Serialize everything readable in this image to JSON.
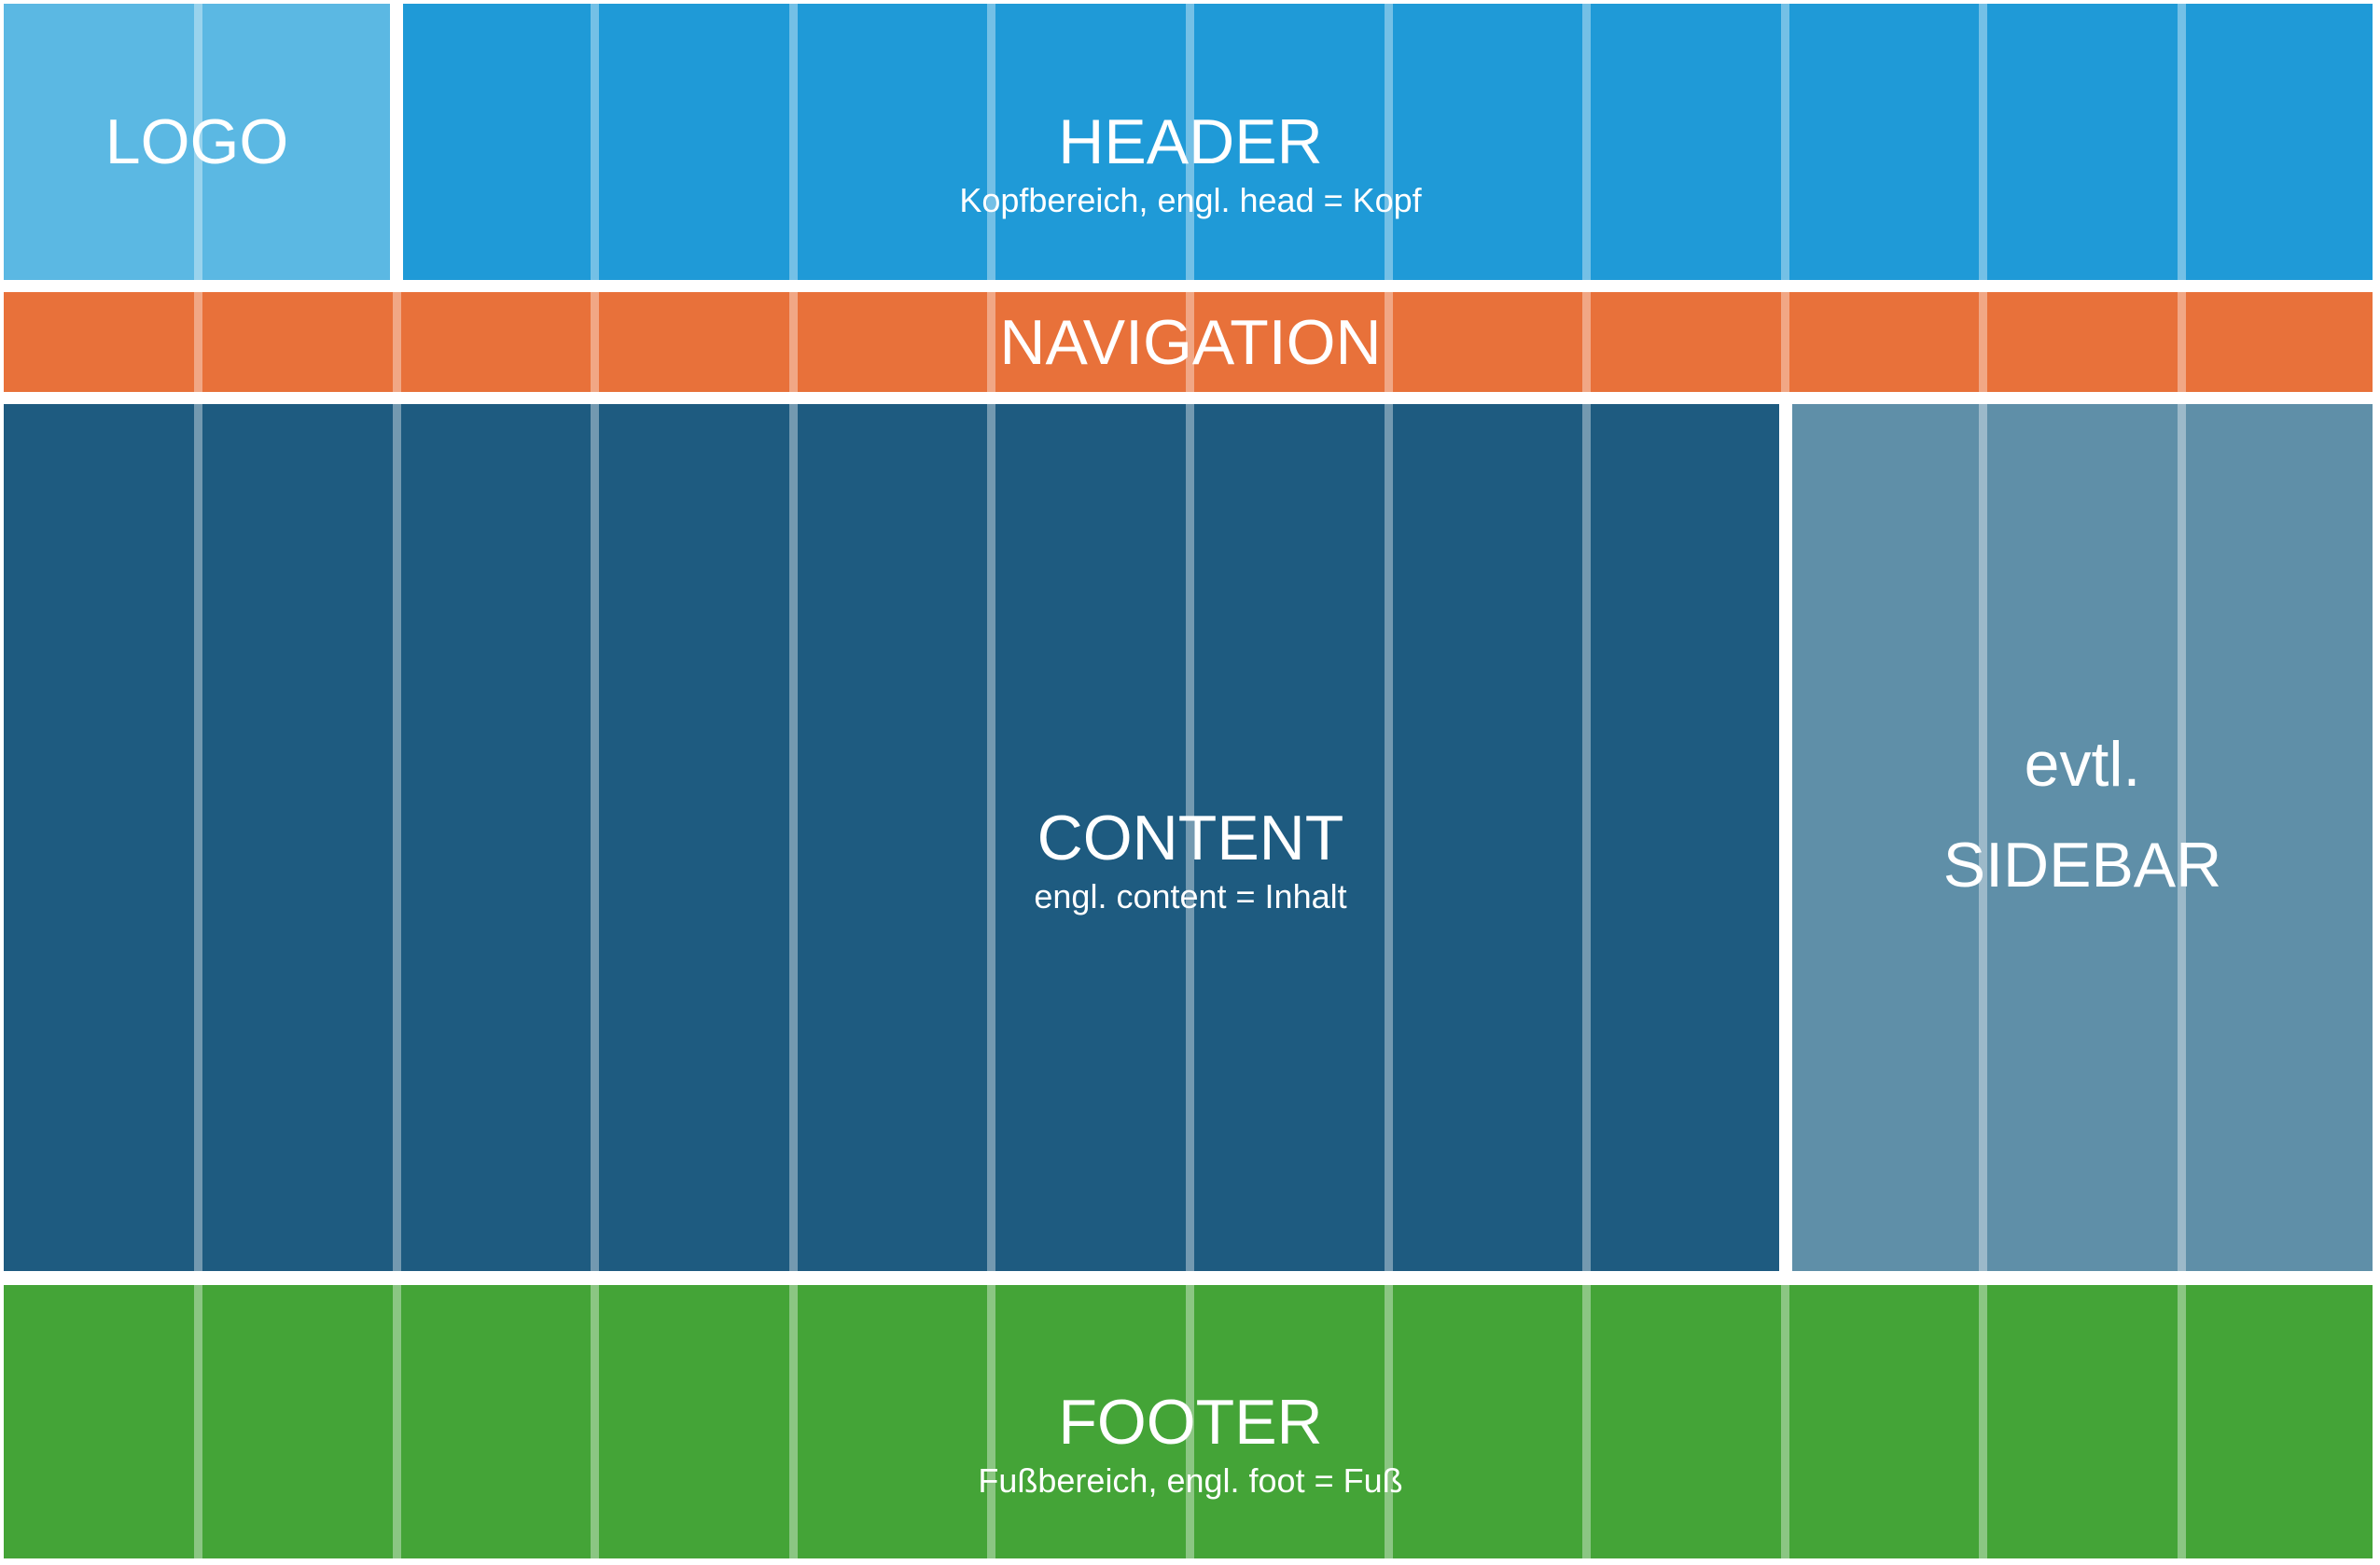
{
  "diagram": {
    "grid": {
      "columns": 12,
      "line_color": "rgba(255,255,255,0.38)"
    },
    "sections": {
      "logo": {
        "label": "LOGO",
        "color": "#5BB8E3"
      },
      "header": {
        "label": "HEADER",
        "subtitle": "Kopfbereich, engl. head = Kopf",
        "color": "#1F9AD7"
      },
      "navigation": {
        "label": "NAVIGATION",
        "color": "#E8713A"
      },
      "content": {
        "label": "CONTENT",
        "subtitle": "engl. content = Inhalt",
        "color": "#1E5B80"
      },
      "sidebar": {
        "label_line1": "evtl.",
        "label_line2": "SIDEBAR",
        "color": "#5F8FA8"
      },
      "footer": {
        "label": "FOOTER",
        "subtitle": "Fußbereich, engl. foot = Fuß",
        "color": "#44A437"
      }
    }
  }
}
